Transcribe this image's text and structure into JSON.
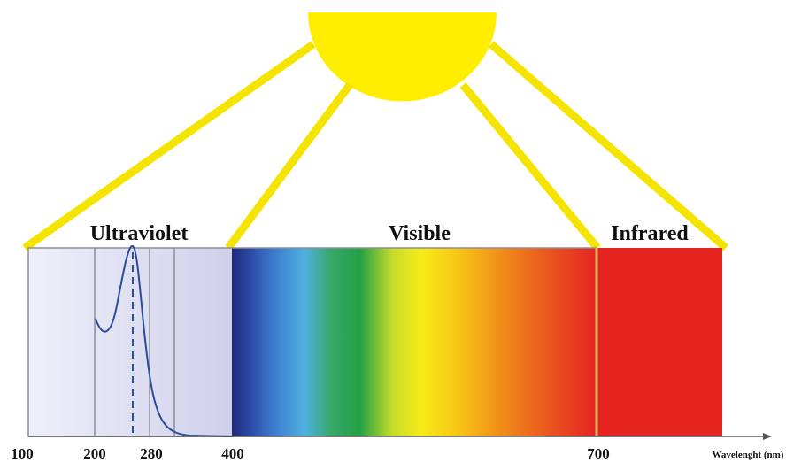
{
  "regions": {
    "ultraviolet": "Ultraviolet",
    "visible": "Visible",
    "infrared": "Infrared"
  },
  "axis": {
    "title": "Wavelenght (nm)",
    "ticks": [
      "100",
      "200",
      "280",
      "400",
      "700"
    ]
  },
  "colors": {
    "sun": "#FFEE00",
    "rays": "#F5E400",
    "ultraviolet_panel": "#DCDCEE",
    "infrared": "#E52420",
    "curve": "#2B4C9A"
  },
  "icons": {
    "sun": "half-sun-icon"
  }
}
